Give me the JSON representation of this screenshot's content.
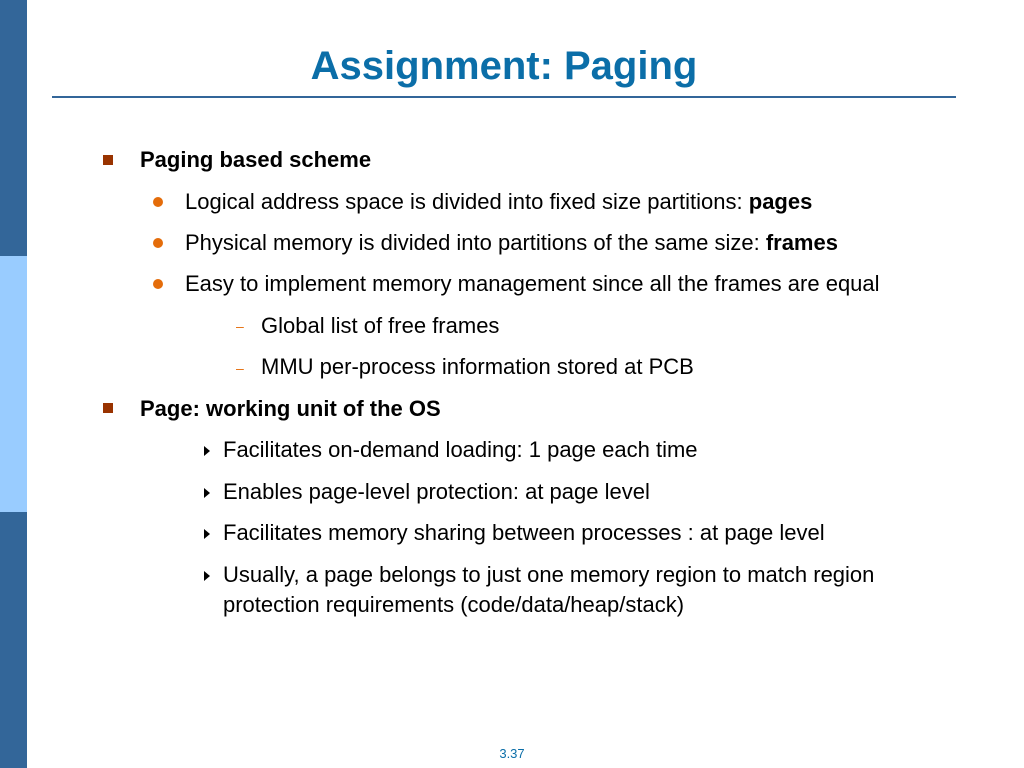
{
  "slide": {
    "title": "Assignment: Paging",
    "page_number": "3.37"
  },
  "colors": {
    "title": "#0b6ea8",
    "side_bar_dark": "#336699",
    "side_bar_light": "#99ccff",
    "square_bullet": "#993300",
    "dot_bullet": "#e46c0a"
  },
  "bullets": {
    "b1": "Paging based scheme",
    "b1_1_text": "Logical address space is divided into fixed size partitions: ",
    "b1_1_bold": "pages",
    "b1_2_text": "Physical memory is divided into partitions of the same size: ",
    "b1_2_bold": "frames",
    "b1_3": "Easy to implement memory management since all the frames are equal",
    "b1_3_1": "Global list of free frames",
    "b1_3_2": "MMU per-process information stored at PCB",
    "b2": "Page: working unit of the OS",
    "b2_1": "Facilitates on-demand loading: 1 page each time",
    "b2_2": "Enables page-level protection: at page level",
    "b2_3": "Facilitates memory sharing between processes : at page level",
    "b2_4_line1": "Usually, a page belongs to just one memory region to match region",
    "b2_4_line2": "protection requirements (code/data/heap/stack)"
  },
  "icons": {
    "square": "square-bullet-icon",
    "dot": "dot-bullet-icon",
    "dash": "dash-bullet-icon",
    "triangle": "triangle-bullet-icon"
  }
}
